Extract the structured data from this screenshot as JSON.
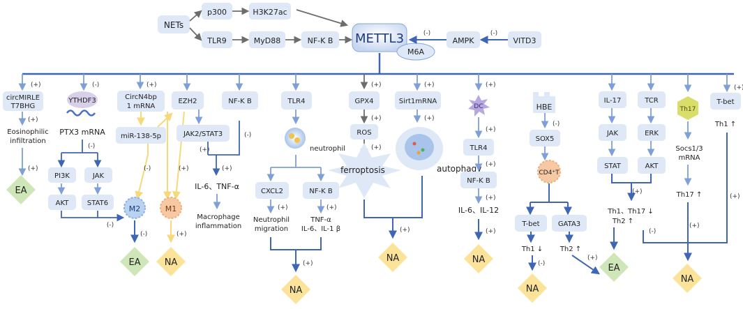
{
  "top": {
    "nets": "NETs",
    "p300": "p300",
    "h3k27ac": "H3K27ac",
    "tlr9": "TLR9",
    "myd88": "MyD88",
    "nfkb": "NF-K B",
    "mettl3": "METTL3",
    "m6a": "M6A",
    "ampk": "AMPK",
    "vitd3": "VITD3",
    "sign_ampk": "(-)",
    "sign_vitd3": "(-)"
  },
  "branches": {
    "b1": {
      "sign1": "(+)",
      "node": [
        "circMIRLE",
        "T7BHG"
      ],
      "sign2": "(+)",
      "text": [
        "Eosinophilic",
        "infiltration"
      ],
      "sign3": "(+)",
      "result": "EA"
    },
    "b2": {
      "sign1": "(-)",
      "node": "YTHDF3",
      "text": "PTX3 mRNA",
      "sign2": "(-)",
      "pi3k": "PI3K",
      "jak": "JAK",
      "akt": "AKT",
      "stat6": "STAT6",
      "sign3": "(-)"
    },
    "b3": {
      "sign1": "(+)",
      "node": [
        "CircN4bp",
        "1 mRNA"
      ],
      "mir": "miR-138-5p",
      "sign_m2": "(-)",
      "sign_m1": "(+)"
    },
    "b4": {
      "node": "EZH2",
      "jak": "JAK2/STAT3",
      "sign": "(+)"
    },
    "b5": {
      "node": "NF-K B",
      "sign": "(-)",
      "sign2": "(+)",
      "text": "IL-6、TNF-α",
      "text2": [
        "Macrophage",
        "inflammation"
      ]
    },
    "macro": {
      "m2": "M2",
      "m1": "M1",
      "sign_ea": "(-)",
      "sign_na": "(+)",
      "ea": "EA",
      "na": "NA"
    },
    "b6": {
      "node": "TLR4",
      "cell": "neutrophil",
      "cxcl2": "CXCL2",
      "nfkb": "NF-K B",
      "sign_l": "(+)",
      "sign_r": "(+)",
      "text_l": [
        "Neutrophil",
        "migration"
      ],
      "text_r": [
        "TNF-α",
        "IL-6、IL-1 β"
      ],
      "sign_na": "(+)",
      "result": "NA"
    },
    "b7": {
      "sign1": "(+)",
      "node": "GPX4",
      "sign2": "(+)",
      "ros": "ROS",
      "sign3": "(+)",
      "ferro": "ferroptosis",
      "sign_sirt": "(+)",
      "sirt": "Sirt1mRNA",
      "sign4": "(+)",
      "auto": "autophagy",
      "sign_na": "(+)",
      "result": "NA"
    },
    "b8": {
      "sign1": "(+)",
      "dc": "DC",
      "sign2": "(+)",
      "tlr4": "TLR4",
      "sign3": "(+)",
      "nfkb": "NF-K B",
      "sign4": "(+)",
      "text": "IL-6、IL-12",
      "sign5": "(+)",
      "result": "NA"
    },
    "b9": {
      "hbe": "HBE",
      "sign1": "(-)",
      "sox5": "SOX5",
      "cd4": "CD4⁺T",
      "tbet": "T-bet",
      "gata3": "GATA3",
      "th1": "Th1 ↓",
      "th2": "Th2 ↑",
      "sign_th1": "(-)",
      "sign_th2": "(+)",
      "na": "NA"
    },
    "b10": {
      "il17": "IL-17",
      "jak": "JAK",
      "stat": "STAT",
      "tcr": "TCR",
      "erk": "ERK",
      "akt": "AKT",
      "sign": "(+)",
      "text": [
        "Th1、Th17 ↓",
        "Th2 ↑"
      ],
      "sign_ea": "(-)",
      "ea": "EA"
    },
    "b11": {
      "th17": "Th17",
      "socs": [
        "Socs1/3",
        "mRNA"
      ],
      "th17up": "Th17 ↑",
      "sign": "(+)",
      "na": "NA"
    },
    "b12": {
      "sign1": "(+)",
      "tbet": "T-bet",
      "th1": "Th1 ↑",
      "sign2": "(+)"
    }
  },
  "colors": {
    "box_fill": "#dfe8f6",
    "main_line": "#3f66b5",
    "light_arrow": "#7e9fd8",
    "gray_arrow": "#6d6d6d",
    "yellow_arrow": "#f5d97a",
    "ea_fill": "#cfe6b8",
    "na_fill": "#fbe39a",
    "burst": "#dfe8f6"
  }
}
